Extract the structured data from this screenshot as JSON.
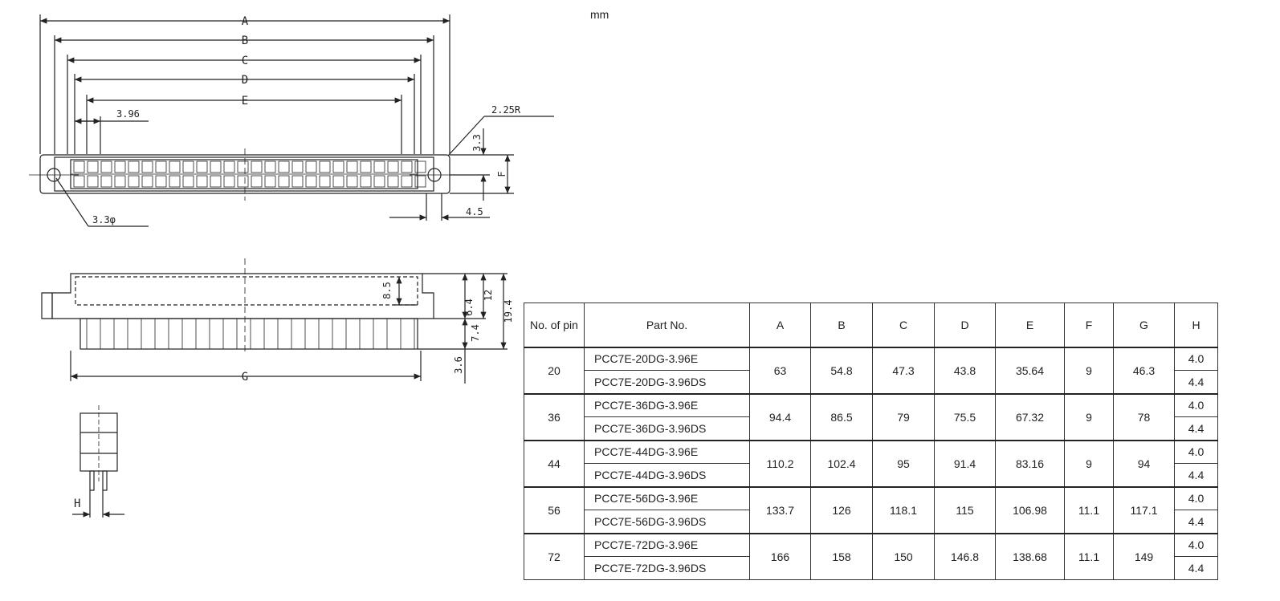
{
  "unit": "mm",
  "top_view": {
    "dims": [
      "A",
      "B",
      "C",
      "D",
      "E"
    ],
    "pitch": "3.96",
    "radius": "2.25R",
    "hole": "3.3φ",
    "h1": "3.3",
    "f": "F",
    "h2": "4.5"
  },
  "side_view": {
    "g": "G",
    "d85": "8.5",
    "d64": "6.4",
    "d12": "12",
    "d194": "19.4",
    "d74": "7.4",
    "d36": "3.6"
  },
  "end_view": {
    "h": "H"
  },
  "table": {
    "headers": [
      "No. of pin",
      "Part No.",
      "A",
      "B",
      "C",
      "D",
      "E",
      "F",
      "G",
      "H"
    ],
    "rows": [
      {
        "pin": "20",
        "parts": [
          "PCC7E-20DG-3.96E",
          "PCC7E-20DG-3.96DS"
        ],
        "A": "63",
        "B": "54.8",
        "C": "47.3",
        "D": "43.8",
        "E": "35.64",
        "F": "9",
        "G": "46.3",
        "H": [
          "4.0",
          "4.4"
        ]
      },
      {
        "pin": "36",
        "parts": [
          "PCC7E-36DG-3.96E",
          "PCC7E-36DG-3.96DS"
        ],
        "A": "94.4",
        "B": "86.5",
        "C": "79",
        "D": "75.5",
        "E": "67.32",
        "F": "9",
        "G": "78",
        "H": [
          "4.0",
          "4.4"
        ]
      },
      {
        "pin": "44",
        "parts": [
          "PCC7E-44DG-3.96E",
          "PCC7E-44DG-3.96DS"
        ],
        "A": "110.2",
        "B": "102.4",
        "C": "95",
        "D": "91.4",
        "E": "83.16",
        "F": "9",
        "G": "94",
        "H": [
          "4.0",
          "4.4"
        ]
      },
      {
        "pin": "56",
        "parts": [
          "PCC7E-56DG-3.96E",
          "PCC7E-56DG-3.96DS"
        ],
        "A": "133.7",
        "B": "126",
        "C": "118.1",
        "D": "115",
        "E": "106.98",
        "F": "11.1",
        "G": "117.1",
        "H": [
          "4.0",
          "4.4"
        ]
      },
      {
        "pin": "72",
        "parts": [
          "PCC7E-72DG-3.96E",
          "PCC7E-72DG-3.96DS"
        ],
        "A": "166",
        "B": "158",
        "C": "150",
        "D": "146.8",
        "E": "138.68",
        "F": "11.1",
        "G": "149",
        "H": [
          "4.0",
          "4.4"
        ]
      }
    ]
  }
}
